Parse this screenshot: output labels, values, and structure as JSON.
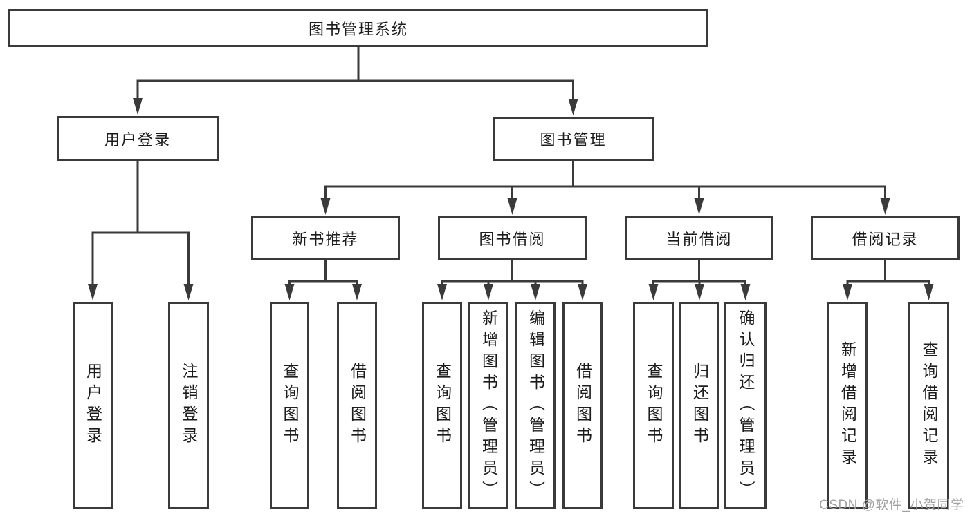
{
  "diagram": {
    "type": "tree",
    "watermark": "CSDN @软件_小贺同学",
    "colors": {
      "line": "#3a3a3a",
      "box_border": "#3a3a3a",
      "text": "#1c1c1c",
      "background": "#ffffff",
      "watermark": "#a2a2a2"
    },
    "nodes": {
      "root": {
        "label": "图书管理系统"
      },
      "user_login": {
        "label": "用户登录"
      },
      "book_mgmt": {
        "label": "图书管理"
      },
      "login": {
        "label": "用户登录"
      },
      "logout": {
        "label": "注销登录"
      },
      "new_book_rec": {
        "label": "新书推荐"
      },
      "book_borrow": {
        "label": "图书借阅"
      },
      "current_borrow": {
        "label": "当前借阅"
      },
      "borrow_records": {
        "label": "借阅记录"
      },
      "rec_query_books": {
        "label": "查询图书"
      },
      "rec_borrow_books": {
        "label": "借阅图书"
      },
      "bb_query_books": {
        "label": "查询图书"
      },
      "bb_add_books": {
        "label": "新增图书（管理员）"
      },
      "bb_edit_books": {
        "label": "编辑图书（管理员）"
      },
      "bb_borrow_books": {
        "label": "借阅图书"
      },
      "cb_query_books": {
        "label": "查询图书"
      },
      "cb_return_books": {
        "label": "归还图书"
      },
      "cb_confirm_return": {
        "label": "确认归还（管理员）"
      },
      "br_add_record": {
        "label": "新增借阅记录"
      },
      "br_query_record": {
        "label": "查询借阅记录"
      }
    },
    "edges": [
      {
        "from": "root",
        "to": "user_login"
      },
      {
        "from": "root",
        "to": "book_mgmt"
      },
      {
        "from": "user_login",
        "to": "login"
      },
      {
        "from": "user_login",
        "to": "logout"
      },
      {
        "from": "book_mgmt",
        "to": "new_book_rec"
      },
      {
        "from": "book_mgmt",
        "to": "book_borrow"
      },
      {
        "from": "book_mgmt",
        "to": "current_borrow"
      },
      {
        "from": "book_mgmt",
        "to": "borrow_records"
      },
      {
        "from": "new_book_rec",
        "to": "rec_query_books"
      },
      {
        "from": "new_book_rec",
        "to": "rec_borrow_books"
      },
      {
        "from": "book_borrow",
        "to": "bb_query_books"
      },
      {
        "from": "book_borrow",
        "to": "bb_add_books"
      },
      {
        "from": "book_borrow",
        "to": "bb_edit_books"
      },
      {
        "from": "book_borrow",
        "to": "bb_borrow_books"
      },
      {
        "from": "current_borrow",
        "to": "cb_query_books"
      },
      {
        "from": "current_borrow",
        "to": "cb_return_books"
      },
      {
        "from": "current_borrow",
        "to": "cb_confirm_return"
      },
      {
        "from": "borrow_records",
        "to": "br_add_record"
      },
      {
        "from": "borrow_records",
        "to": "br_query_record"
      }
    ]
  }
}
